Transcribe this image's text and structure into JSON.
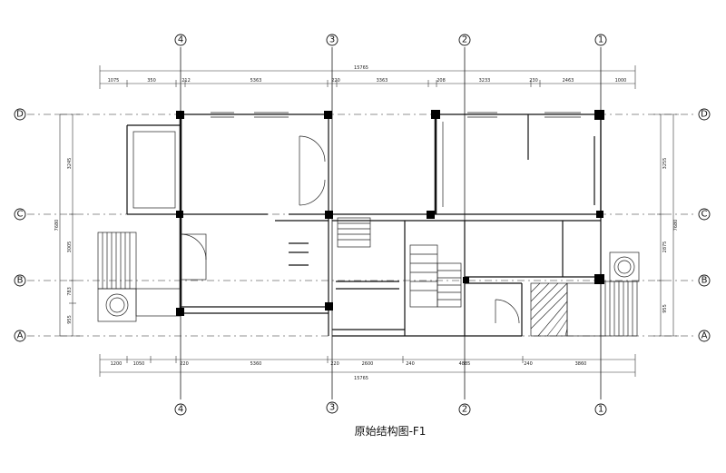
{
  "caption": "原始结构图-F1",
  "axes": {
    "vertical": [
      "4",
      "3",
      "2",
      "1"
    ],
    "horizontal": [
      "D",
      "C",
      "B",
      "A"
    ]
  },
  "dimensions": {
    "top_total": "15765",
    "top_segments": [
      "1075",
      "350",
      "212",
      "5363",
      "220",
      "3363",
      "208",
      "3233",
      "230",
      "2463",
      "1000"
    ],
    "bottom_total": "15765",
    "bottom_segments": [
      "1200",
      "1050",
      "220",
      "5360",
      "220",
      "2600",
      "240",
      "4885",
      "240",
      "3860"
    ],
    "left_total": "7680",
    "left_segments": [
      "3245",
      "3005",
      "783",
      "955"
    ],
    "right_total": "7680",
    "right_segments": [
      "3255",
      "2875",
      "955"
    ]
  }
}
